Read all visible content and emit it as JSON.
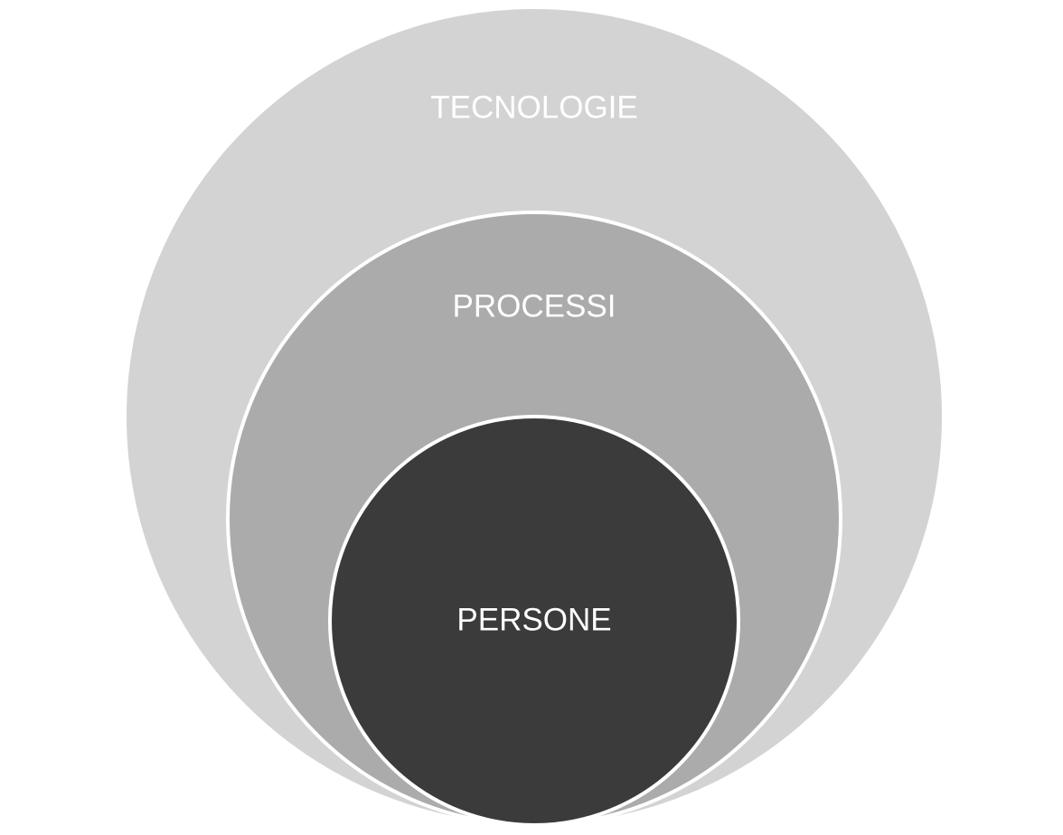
{
  "diagram": {
    "type": "nested-circles",
    "colors": {
      "outer": "#d3d3d3",
      "middle": "#ababab",
      "inner": "#3b3b3b",
      "stroke": "#ffffff",
      "label": "#ffffff"
    },
    "rings": [
      {
        "id": "tecnologie",
        "label": "TECNOLOGIE"
      },
      {
        "id": "processi",
        "label": "PROCESSI"
      },
      {
        "id": "persone",
        "label": "PERSONE"
      }
    ]
  }
}
